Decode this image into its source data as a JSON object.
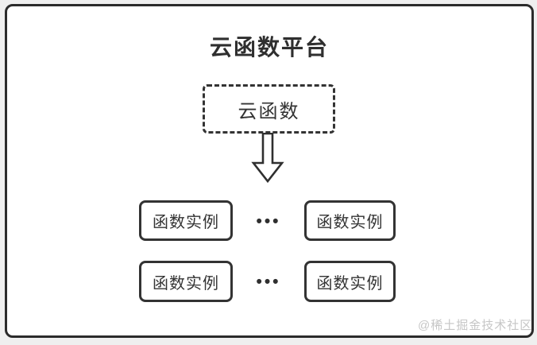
{
  "diagram": {
    "platform_title": "云函数平台",
    "cloud_function": {
      "label": "云函数"
    },
    "arrow_icon": "hollow-down-arrow",
    "instance_rows": [
      {
        "boxes": [
          {
            "label": "函数实例"
          },
          {
            "label": "函数实例"
          }
        ],
        "ellipsis": "•••"
      },
      {
        "boxes": [
          {
            "label": "函数实例"
          },
          {
            "label": "函数实例"
          }
        ],
        "ellipsis": "•••"
      }
    ],
    "watermark": "@稀土掘金技术社区"
  },
  "colors": {
    "frame_border": "#2b2b2b",
    "box_border": "#333333",
    "text": "#333333",
    "watermark": "#c6c6c6",
    "page_background": "#efefef",
    "panel_background": "#ffffff"
  }
}
